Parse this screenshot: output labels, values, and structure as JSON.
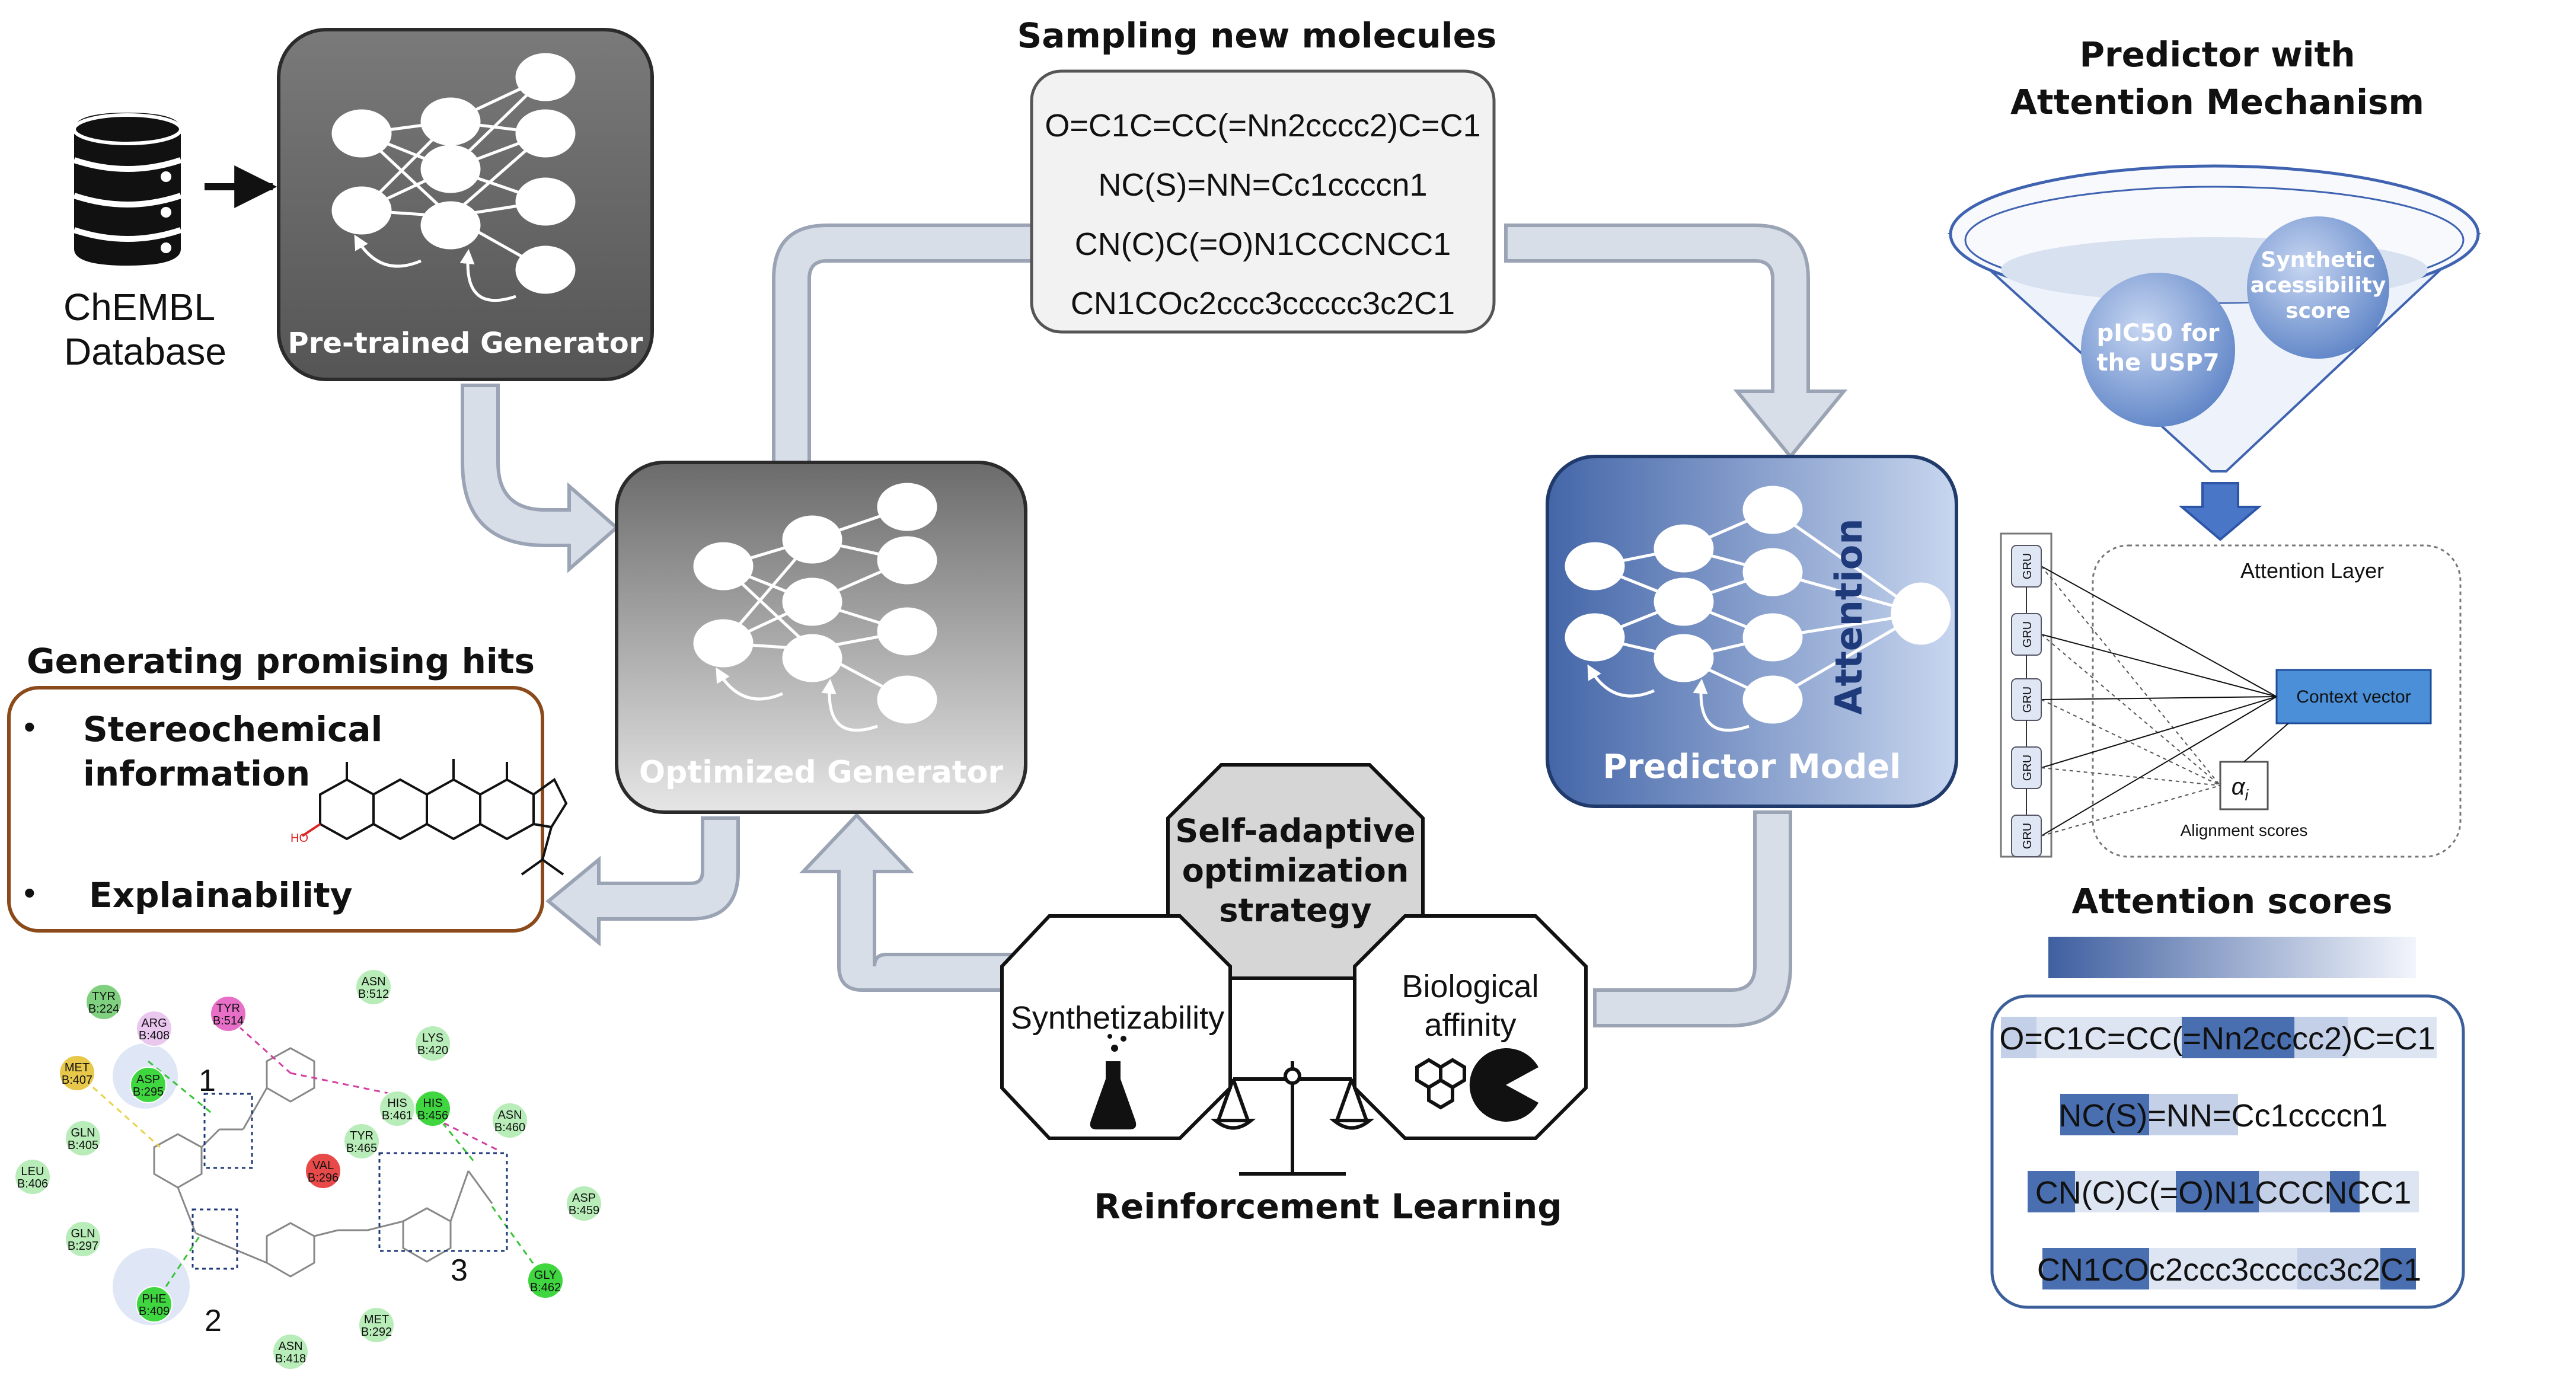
{
  "database": {
    "label_line1": "ChEMBL",
    "label_line2": "Database",
    "icon": "database-icon"
  },
  "pretrained": {
    "label": "Pre-trained Generator"
  },
  "optimized": {
    "label": "Optimized Generator"
  },
  "predictor": {
    "label": "Predictor Model",
    "attention_label": "Attention"
  },
  "sampling": {
    "title": "Sampling new molecules",
    "smiles": [
      "O=C1C=CC(=Nn2cccc2)C=C1",
      "NC(S)=NN=Cc1ccccn1",
      "CN(C)C(=O)N1CCCNCC1",
      "CN1COc2ccc3ccccc3c2C1"
    ]
  },
  "hits": {
    "title": "Generating promising hits",
    "items": [
      "Stereochemical",
      "information",
      "Explainability"
    ],
    "bullet": "•"
  },
  "interaction_map": {
    "residues": [
      {
        "name": "TYR",
        "id": "B:224",
        "color": "#7fd17f"
      },
      {
        "name": "ARG",
        "id": "B:408",
        "color": "#e9c7ef"
      },
      {
        "name": "TYR",
        "id": "B:514",
        "color": "#e86fc7"
      },
      {
        "name": "ASN",
        "id": "B:512",
        "color": "#b8ecb8"
      },
      {
        "name": "LYS",
        "id": "B:420",
        "color": "#b8ecb8"
      },
      {
        "name": "MET",
        "id": "B:407",
        "color": "#e8c84a"
      },
      {
        "name": "ASP",
        "id": "B:295",
        "color": "#3fd63f"
      },
      {
        "name": "HIS",
        "id": "B:461",
        "color": "#b8ecb8"
      },
      {
        "name": "HIS",
        "id": "B:456",
        "color": "#3fd63f"
      },
      {
        "name": "ASN",
        "id": "B:460",
        "color": "#b8ecb8"
      },
      {
        "name": "GLN",
        "id": "B:405",
        "color": "#b8ecb8"
      },
      {
        "name": "TYR",
        "id": "B:465",
        "color": "#b8ecb8"
      },
      {
        "name": "VAL",
        "id": "B:296",
        "color": "#e84a4a"
      },
      {
        "name": "LEU",
        "id": "B:406",
        "color": "#b8ecb8"
      },
      {
        "name": "GLN",
        "id": "B:297",
        "color": "#b8ecb8"
      },
      {
        "name": "ASP",
        "id": "B:459",
        "color": "#b8ecb8"
      },
      {
        "name": "GLY",
        "id": "B:462",
        "color": "#3fd63f"
      },
      {
        "name": "PHE",
        "id": "B:409",
        "color": "#3fd63f"
      },
      {
        "name": "MET",
        "id": "B:292",
        "color": "#b8ecb8"
      },
      {
        "name": "ASN",
        "id": "B:418",
        "color": "#b8ecb8"
      }
    ],
    "regions": [
      "1",
      "2",
      "3"
    ],
    "hydroxyl_label": "HO"
  },
  "rl": {
    "title": "Reinforcement Learning",
    "center_label": [
      "Self-adaptive",
      "optimization",
      "strategy"
    ],
    "left_label": "Synthetizability",
    "right_label": [
      "Biological",
      "affinity"
    ]
  },
  "predictor_attention": {
    "title_line1": "Predictor with",
    "title_line2": "Attention Mechanism",
    "funnel_items": [
      [
        "Synthetic",
        "acessibility",
        "score"
      ],
      [
        "pIC50 for",
        "the USP7"
      ]
    ],
    "gru_label": "GRU",
    "attention_layer": "Attention Layer",
    "context_vector": "Context vector",
    "alpha_label": "α",
    "alpha_sub": "i",
    "alignment_scores": "Alignment scores"
  },
  "attention_scores": {
    "title": "Attention scores",
    "smiles": [
      "O=C1C=CC(=Nn2cccc2)C=C1",
      "NC(S)=NN=Cc1ccccn1",
      "CN(C)C(=O)N1CCCNCC1",
      "CN1COc2ccc3ccccc3c2C1"
    ]
  },
  "colors": {
    "dark_box": "#6a6a6a",
    "blue_box": "#4a6fb0",
    "arrow_fill": "#d8dee8",
    "arrow_stroke": "#9aa4b4",
    "hits_border": "#8b4a1a",
    "attention_box_border": "#3b5f9a",
    "down_arrow": "#4a76c8"
  }
}
